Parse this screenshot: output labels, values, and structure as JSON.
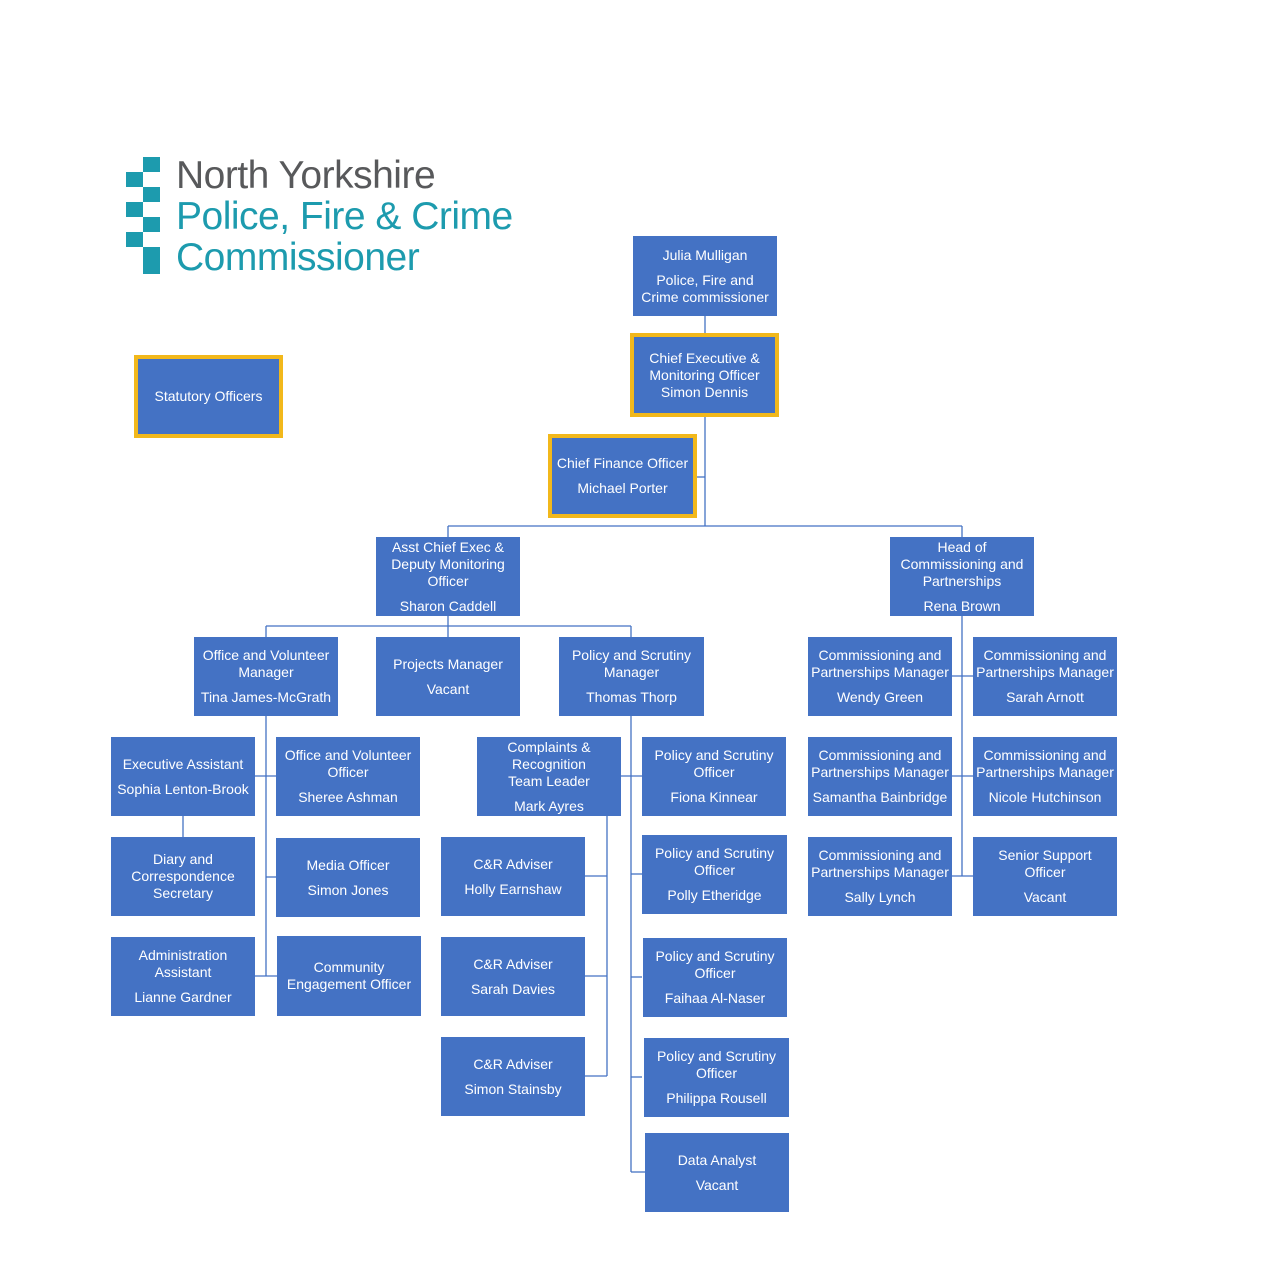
{
  "logo": {
    "line1": "North Yorkshire",
    "line2": "Police, Fire & Crime",
    "line3": "Commissioner",
    "colors": {
      "dark": "#58595b",
      "teal": "#1d9bae"
    }
  },
  "colors": {
    "box": "#4472c4",
    "text": "#ffffff",
    "statutory_border": "#f2b81b",
    "line": "#4472c4"
  },
  "legend": {
    "statutory_label": "Statutory Officers"
  },
  "nodes": {
    "commissioner": {
      "role": "Julia Mulligan",
      "name": "Police, Fire and\nCrime commissioner"
    },
    "chief_exec": {
      "role": "Chief Executive &\nMonitoring  Officer\nSimon Dennis",
      "name": ""
    },
    "chief_finance": {
      "role": "Chief Finance Officer",
      "name": "Michael Porter"
    },
    "asst_chief_exec": {
      "role": "Asst Chief Exec &\nDeputy Monitoring\nOfficer",
      "name": "Sharon Caddell"
    },
    "head_commissioning": {
      "role": "Head of\nCommissioning and\nPartnerships",
      "name": "Rena Brown"
    },
    "office_vol_manager": {
      "role": "Office and Volunteer\nManager",
      "name": "Tina James-McGrath"
    },
    "projects_manager": {
      "role": "Projects Manager",
      "name": "Vacant"
    },
    "policy_scrutiny_manager": {
      "role": "Policy and Scrutiny\nManager",
      "name": "Thomas Thorp"
    },
    "exec_assistant": {
      "role": "Executive Assistant",
      "name": "Sophia  Lenton-Brook"
    },
    "diary_secretary": {
      "role": "Diary and\nCorrespondence\nSecretary",
      "name": ""
    },
    "admin_assistant": {
      "role": "Administration\nAssistant",
      "name": "Lianne Gardner"
    },
    "office_vol_officer": {
      "role": "Office and Volunteer\nOfficer",
      "name": "Sheree Ashman"
    },
    "media_officer": {
      "role": "Media Officer",
      "name": "Simon Jones"
    },
    "community_officer": {
      "role": "Community\nEngagement Officer",
      "name": ""
    },
    "complaints_lead": {
      "role": "Complaints &\nRecognition\nTeam Leader",
      "name": "Mark Ayres"
    },
    "cr_adviser_1": {
      "role": "C&R Adviser",
      "name": "Holly Earnshaw"
    },
    "cr_adviser_2": {
      "role": "C&R Adviser",
      "name": "Sarah Davies"
    },
    "cr_adviser_3": {
      "role": "C&R Adviser",
      "name": "Simon Stainsby"
    },
    "ps_officer_1": {
      "role": "Policy and Scrutiny\nOfficer",
      "name": "Fiona Kinnear"
    },
    "ps_officer_2": {
      "role": "Policy and Scrutiny\nOfficer",
      "name": "Polly Etheridge"
    },
    "ps_officer_3": {
      "role": "Policy and Scrutiny\nOfficer",
      "name": "Faihaa Al-Naser"
    },
    "ps_officer_4": {
      "role": "Policy and Scrutiny\nOfficer",
      "name": "Philippa Rousell"
    },
    "data_analyst": {
      "role": "Data Analyst",
      "name": "Vacant"
    },
    "cp_manager_1": {
      "role": "Commissioning and\nPartnerships Manager",
      "name": "Wendy Green"
    },
    "cp_manager_2": {
      "role": "Commissioning and\nPartnerships Manager",
      "name": "Sarah Arnott"
    },
    "cp_manager_3": {
      "role": "Commissioning and\nPartnerships Manager",
      "name": "Samantha Bainbridge"
    },
    "cp_manager_4": {
      "role": "Commissioning and\nPartnerships Manager",
      "name": "Nicole Hutchinson"
    },
    "cp_manager_5": {
      "role": "Commissioning and\nPartnerships Manager",
      "name": "Sally Lynch"
    },
    "senior_support": {
      "role": "Senior Support\nOfficer",
      "name": "Vacant"
    }
  }
}
